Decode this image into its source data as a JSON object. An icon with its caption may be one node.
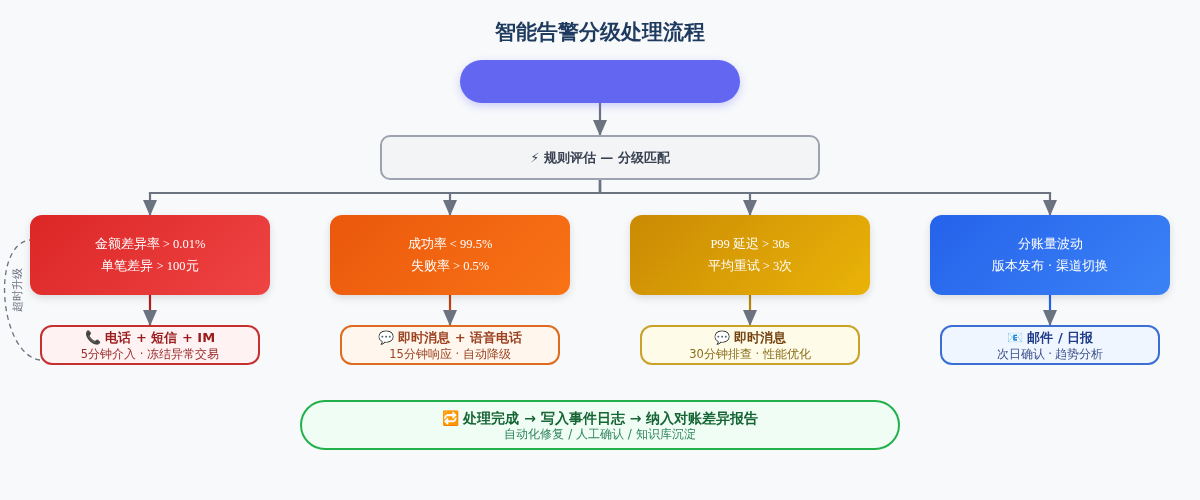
{
  "diagram": {
    "title": "智能告警分级处理流程",
    "nodes": [
      {
        "text": [],
        "shape": "box"
      },
      {
        "text": [
          "⚡ 规则评估 — 分级匹配"
        ]
      },
      {
        "text": [
          "金额差异率 > 0.01%",
          "单笔差异 > 100元"
        ]
      },
      {
        "text": [
          "成功率 < 99.5%",
          "失败率 > 0.5%"
        ]
      },
      {
        "text": [
          "P99 延迟 > 30s",
          "平均重试 > 3次"
        ]
      },
      {
        "text": [
          "分账量波动",
          "版本发布 · 渠道切换"
        ]
      },
      {
        "text": [
          "📞 电话 + 短信 + IM",
          "5分钟介入 · 冻结异常交易"
        ]
      },
      {
        "text": [
          "💬 即时消息 + 语音电话",
          "15分钟响应 · 自动降级"
        ]
      },
      {
        "text": [
          "💬 即时消息",
          "30分钟排查 · 性能优化"
        ]
      },
      {
        "text": [
          "📧 邮件 / 日报",
          "次日确认 · 趋势分析"
        ]
      },
      {
        "text": [
          "🔁 处理完成 → 写入事件日志 → 纳入对账差异报告",
          "自动化修复 / 人工确认 / 知识库沉淀"
        ]
      }
    ],
    "edges": [
      {
        "from": 0,
        "to": 1,
        "arrow": "to"
      },
      {
        "from": 1,
        "to": 2,
        "arrow": "to"
      },
      {
        "from": 1,
        "to": 3,
        "arrow": "to"
      },
      {
        "from": 1,
        "to": 4,
        "arrow": "to"
      },
      {
        "from": 1,
        "to": 5,
        "arrow": "to"
      },
      {
        "from": 2,
        "to": 6,
        "arrow": "to",
        "color": "#b91c1c"
      },
      {
        "from": 3,
        "to": 7,
        "arrow": "to",
        "color": "#c2410c"
      },
      {
        "from": 4,
        "to": 8,
        "arrow": "to",
        "color": "#b8860b"
      },
      {
        "from": 5,
        "to": 9,
        "arrow": "to",
        "color": "#2563eb"
      },
      {
        "from": 6,
        "to": 2,
        "arrow": "none",
        "style": "dashed",
        "label": "超时升级"
      }
    ]
  }
}
